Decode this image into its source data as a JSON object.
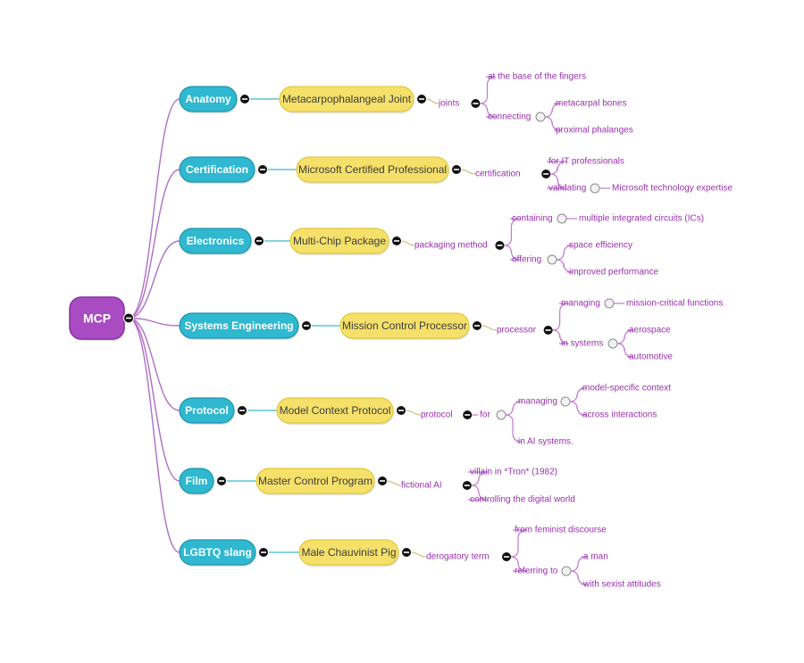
{
  "root": {
    "label": "MCP"
  },
  "colors": {
    "root_fill": "#a94bc1",
    "root_stroke": "#8a2fa6",
    "category_fill": "#2fb8cf",
    "category_stroke": "#1e95ab",
    "sub_fill": "#f5e06a",
    "sub_stroke": "#e3c93a",
    "root_edge": "#b06fc8",
    "cyan_edge": "#5bc5d6",
    "yellow_edge": "#c9c47a",
    "leaf_edge": "#c07ad2",
    "leaf_text": "#9b2fae"
  },
  "branches": [
    {
      "category": "Anatomy",
      "topic": "Metacarpophalangeal Joint",
      "label": "joints",
      "children": [
        {
          "label": "at the base of the fingers"
        },
        {
          "label": "connecting",
          "children": [
            {
              "label": "metacarpal bones"
            },
            {
              "label": "proximal phalanges"
            }
          ]
        }
      ]
    },
    {
      "category": "Certification",
      "topic": "Microsoft Certified Professional",
      "label": "certification",
      "children": [
        {
          "label": "for IT professionals"
        },
        {
          "label": "validating",
          "children": [
            {
              "label": "Microsoft technology expertise"
            }
          ]
        }
      ]
    },
    {
      "category": "Electronics",
      "topic": "Multi-Chip Package",
      "label": "packaging method",
      "children": [
        {
          "label": "containing",
          "children": [
            {
              "label": "multiple integrated circuits (ICs)"
            }
          ]
        },
        {
          "label": "offering",
          "children": [
            {
              "label": "space efficiency"
            },
            {
              "label": "improved performance"
            }
          ]
        }
      ]
    },
    {
      "category": "Systems Engineering",
      "topic": "Mission Control Processor",
      "label": "processor",
      "children": [
        {
          "label": "managing",
          "children": [
            {
              "label": "mission-critical functions"
            }
          ]
        },
        {
          "label": "in systems",
          "children": [
            {
              "label": "aerospace"
            },
            {
              "label": "automotive"
            }
          ]
        }
      ]
    },
    {
      "category": "Protocol",
      "topic": "Model Context Protocol",
      "label": "protocol",
      "children": [
        {
          "label": "for",
          "children": [
            {
              "label": "managing",
              "children": [
                {
                  "label": "model-specific context"
                },
                {
                  "label": "across interactions"
                }
              ]
            },
            {
              "label": "in AI systems."
            }
          ]
        }
      ]
    },
    {
      "category": "Film",
      "topic": "Master Control Program",
      "label": "fictional AI",
      "children": [
        {
          "label": "villain in *Tron* (1982)"
        },
        {
          "label": "controlling the digital world"
        }
      ]
    },
    {
      "category": "LGBTQ slang",
      "topic": "Male Chauvinist Pig",
      "label": "derogatory term",
      "children": [
        {
          "label": "from feminist discourse"
        },
        {
          "label": "referring to",
          "children": [
            {
              "label": "a man"
            },
            {
              "label": "with sexist attitudes"
            }
          ]
        }
      ]
    }
  ]
}
